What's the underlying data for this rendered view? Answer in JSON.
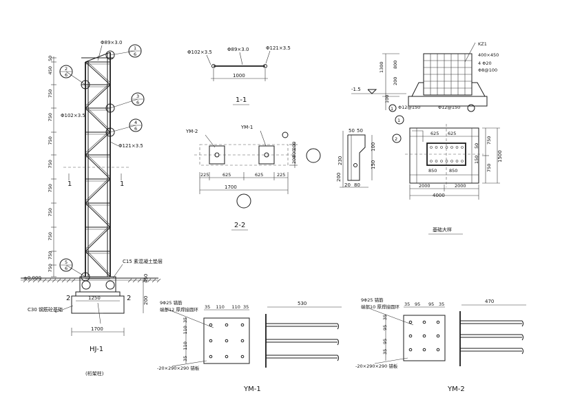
{
  "hj1": {
    "title": "HJ-1",
    "subtitle": "(桁架柱)",
    "pipe_top": "Φ89×3.0",
    "pipe_side": "Φ102×3.5",
    "pipe_chord": "Φ121×3.5",
    "section_mark": "1",
    "dims_left": [
      "50",
      "450",
      "750",
      "750",
      "750",
      "750",
      "750",
      "750",
      "750",
      "750",
      "750",
      "750"
    ],
    "ground_level": "±0.000",
    "c15_label": "C15 素混凝土垫层",
    "c30_label": "C30 钢筋砼基础",
    "dim_1250": "1250",
    "dim_1700": "1700",
    "dim_450": "450",
    "dim_200": "200",
    "num_2": "2",
    "bubbles": [
      {
        "top": "1",
        "bottom": "6"
      },
      {
        "top": "2",
        "bottom": "6"
      },
      {
        "top": "3",
        "bottom": "6"
      },
      {
        "top": "4",
        "bottom": "6"
      },
      {
        "top": "5",
        "bottom": "6"
      }
    ]
  },
  "s11": {
    "title": "1-1",
    "pipe_a": "Φ102×3.5",
    "pipe_b": "Φ89×3.0",
    "pipe_c": "Φ121×3.5",
    "dim": "1000"
  },
  "s22": {
    "title": "2-2",
    "ym2": "YM-2",
    "ym1": "YM-1",
    "dims": [
      "225",
      "625",
      "625",
      "225"
    ],
    "total": "1700",
    "right_dims": [
      "200",
      "400",
      "200"
    ]
  },
  "mid": {
    "dims_top": [
      "50",
      "50"
    ],
    "dims_side": [
      "230",
      "100",
      "150",
      "200"
    ],
    "dims_bottom": [
      "20",
      "80"
    ]
  },
  "found": {
    "title": "基础大样",
    "kz": "KZ1",
    "kz_size": "400×450",
    "kz_bar": "4 Φ20",
    "kz_stirrup": "Φ8@100",
    "level": "-1.5",
    "dims_left": [
      "1300",
      "800",
      "200",
      "100"
    ],
    "rebar_a": "Φ12@150",
    "rebar_b": "Φ12@150",
    "plan_dims_top": [
      "625",
      "625"
    ],
    "plan_dims_inner": [
      "850",
      "850"
    ],
    "plan_dims_bottom": [
      "2000",
      "2000"
    ],
    "plan_total": "4000",
    "plan_right": [
      "750",
      "750"
    ],
    "plan_right_total": "1500",
    "plan_inner_right": [
      "50",
      "150"
    ],
    "marks": [
      "1",
      "2"
    ]
  },
  "ym1": {
    "title": "YM-1",
    "bolt_note": "9Φ25 锚筋",
    "weld_note": "端部12 厚焊接圆环",
    "plate_note": "-20×290×290 锚板",
    "dims_top": [
      "35",
      "110",
      "110",
      "35"
    ],
    "dims_left": [
      "35",
      "110",
      "110",
      "35"
    ],
    "length": "530"
  },
  "ym2": {
    "title": "YM-2",
    "bolt_note": "9Φ25 锚筋",
    "weld_note": "端部10 厚焊接圆环",
    "plate_note": "-20×290×290 锚板",
    "dims_top": [
      "35",
      "95",
      "95",
      "35"
    ],
    "dims_left": [
      "35",
      "95",
      "95",
      "35"
    ],
    "length": "470"
  }
}
